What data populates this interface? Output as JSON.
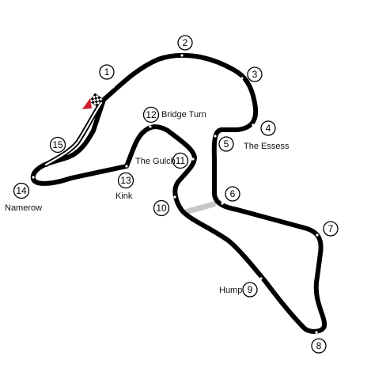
{
  "diagram": {
    "corners": [
      {
        "num": "1",
        "name": ""
      },
      {
        "num": "2",
        "name": ""
      },
      {
        "num": "3",
        "name": ""
      },
      {
        "num": "4",
        "name": "The Essess"
      },
      {
        "num": "5",
        "name": ""
      },
      {
        "num": "6",
        "name": ""
      },
      {
        "num": "7",
        "name": ""
      },
      {
        "num": "8",
        "name": ""
      },
      {
        "num": "9",
        "name": "Hump"
      },
      {
        "num": "10",
        "name": ""
      },
      {
        "num": "11",
        "name": "The Gulch"
      },
      {
        "num": "12",
        "name": "Bridge Turn"
      },
      {
        "num": "13",
        "name": "Kink"
      },
      {
        "num": "14",
        "name": "Namerow"
      },
      {
        "num": "15",
        "name": ""
      }
    ],
    "colors": {
      "track": "#000000",
      "connector": "#c8c8c8",
      "start_flag": "#d0202a"
    }
  }
}
